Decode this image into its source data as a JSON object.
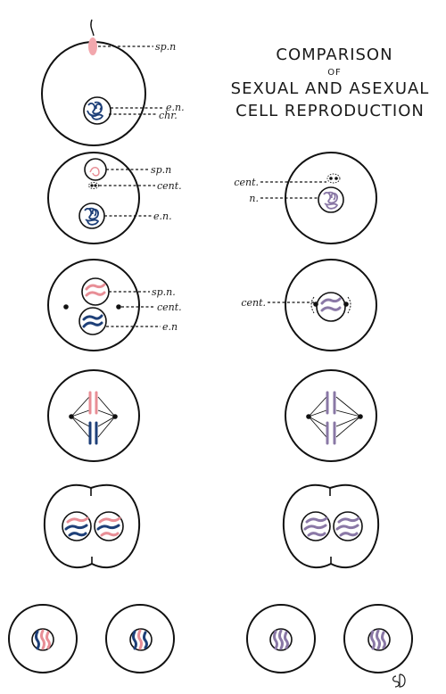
{
  "title": {
    "line1": "COMPARISON",
    "line2": "OF",
    "line3": "SEXUAL AND ASEXUAL",
    "line4": "CELL REPRODUCTION"
  },
  "labels": {
    "sp_n_1": "sp.n",
    "e_n_1": "e.n.",
    "chr": "chr.",
    "sp_n_2": "sp.n",
    "cent_2": "cent.",
    "e_n_2": "e.n.",
    "sp_n_3": "sp.n.",
    "cent_3": "cent.",
    "e_n_3": "e.n",
    "cent_asex_1": "cent.",
    "n_asex_1": "n.",
    "cent_asex_2": "cent."
  },
  "colors": {
    "sperm_chromatin": "#e88e96",
    "egg_chromatin": "#1d3f78",
    "asexual_chromatin": "#8a78a6",
    "outline": "#111111"
  }
}
